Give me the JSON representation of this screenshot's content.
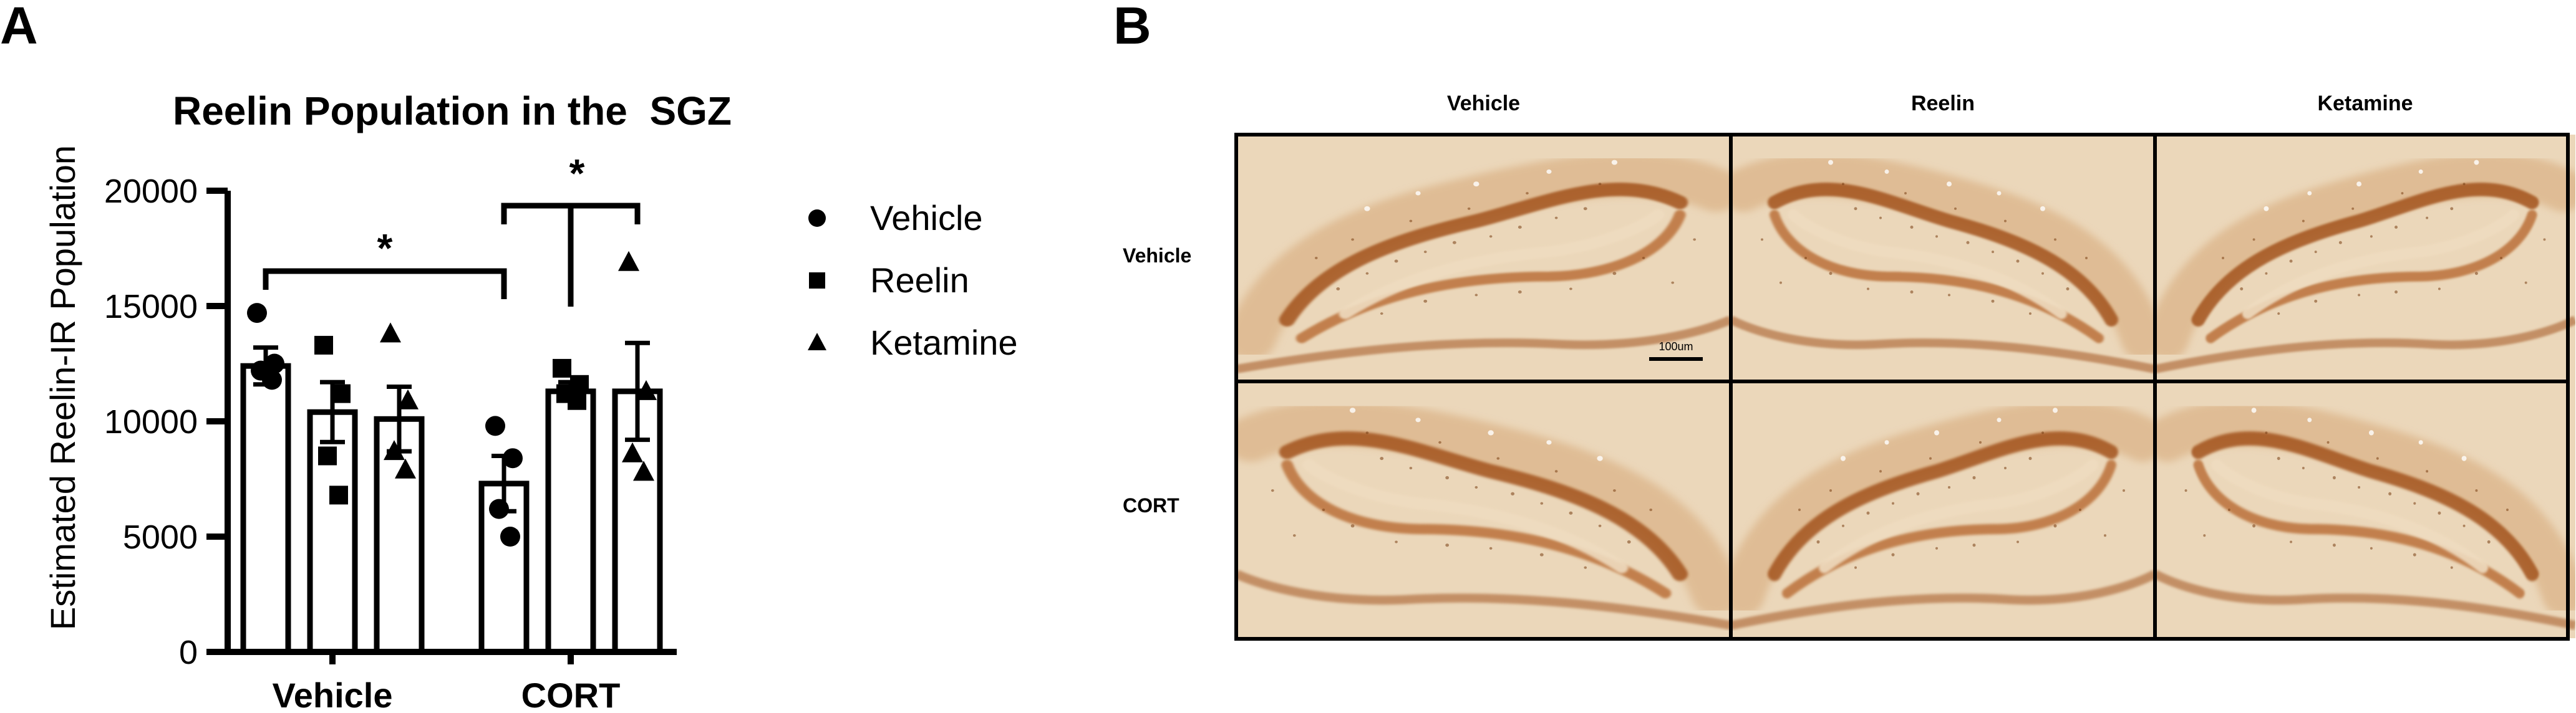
{
  "panel_labels": {
    "a": "A",
    "b": "B"
  },
  "chart_data": {
    "type": "bar",
    "title": "Reelin Population in the  SGZ",
    "ylabel": "Estimated Reelin-IR Population",
    "xlabel": "",
    "ylim": [
      0,
      20000
    ],
    "yticks": [
      0,
      5000,
      10000,
      15000,
      20000
    ],
    "categories": [
      "Vehicle",
      "CORT"
    ],
    "legend_position": "right",
    "series": [
      {
        "name": "Vehicle",
        "marker": "circle",
        "values": [
          12400,
          7300
        ],
        "sem": [
          800,
          1200
        ],
        "points": [
          [
            14700,
            12500,
            12200,
            11800
          ],
          [
            9800,
            8400,
            6200,
            5000
          ]
        ]
      },
      {
        "name": "Reelin",
        "marker": "square",
        "values": [
          10400,
          11300
        ],
        "sem": [
          1300,
          400
        ],
        "points": [
          [
            13300,
            11200,
            8500,
            6800
          ],
          [
            12300,
            11600,
            11200,
            10900
          ]
        ]
      },
      {
        "name": "Ketamine",
        "marker": "triangle",
        "values": [
          10100,
          11300
        ],
        "sem": [
          1400,
          2100
        ],
        "points": [
          [
            13800,
            10900,
            8700,
            7900
          ],
          [
            16900,
            11300,
            8600,
            7800
          ]
        ]
      }
    ],
    "annotations": [
      {
        "label": "*",
        "from": "Vehicle / Vehicle",
        "to": "CORT / Vehicle"
      },
      {
        "label": "*",
        "from": "CORT / Vehicle",
        "to": "CORT / Reelin and Ketamine"
      }
    ]
  },
  "micrographs": {
    "columns": [
      "Vehicle",
      "Reelin",
      "Ketamine"
    ],
    "rows": [
      "Vehicle",
      "CORT"
    ],
    "scale_bar": "100um",
    "colors": {
      "background": "#efe0c9",
      "stain_dark": "#a3531c",
      "stain_mid": "#c98b54",
      "granule": "#c07a40"
    }
  }
}
